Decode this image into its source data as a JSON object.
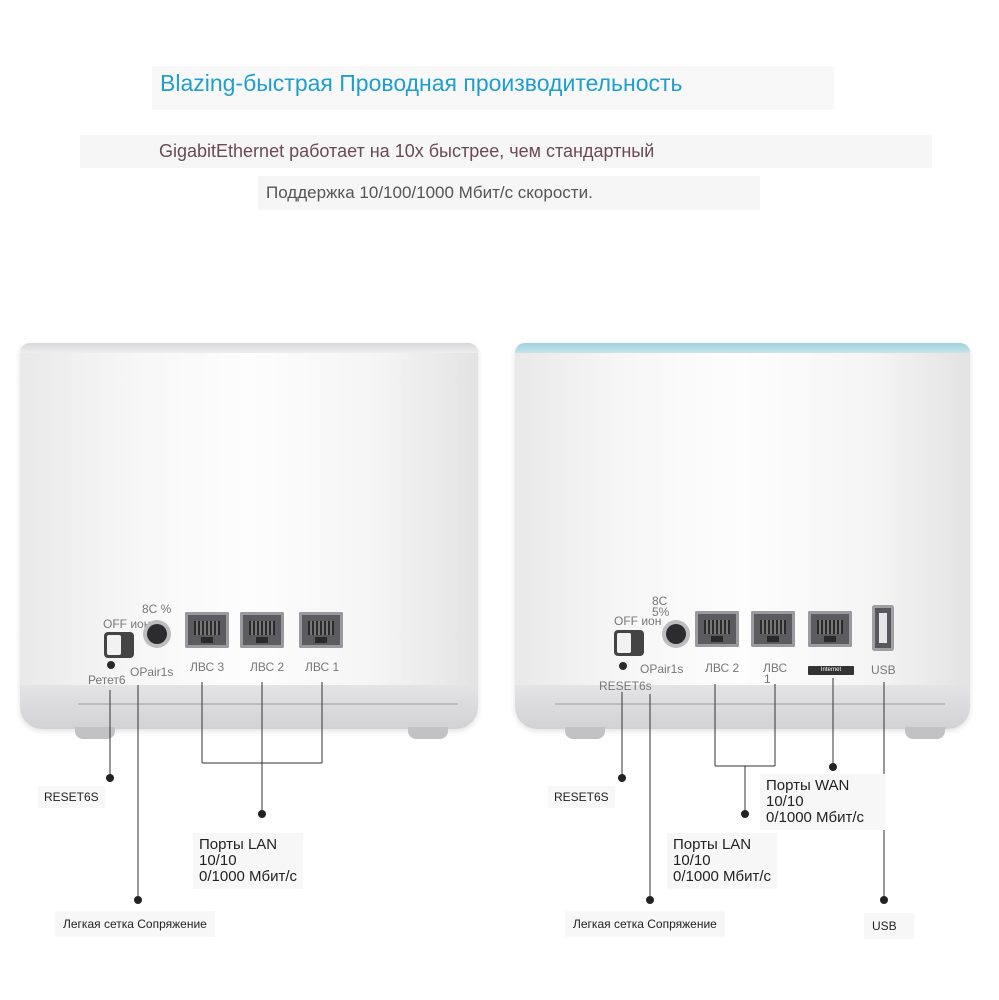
{
  "header": {
    "headline": "Blazing-быстрая Проводная производительность",
    "line1": "GigabitEthernet работает на 10х быстрее, чем стандартный",
    "line2": "Поддержка 10/100/1000 Мбит/с скорости."
  },
  "left_unit": {
    "power_label": "8C %",
    "switch_label": "OFF ион",
    "reset_label": "Ретет6",
    "pair_label": "OPair1s",
    "ports": [
      "ЛВС 3",
      "ЛВС 2",
      "ЛВС 1"
    ]
  },
  "right_unit": {
    "power_label_1": "8C",
    "power_label_2": "5%",
    "switch_label": "OFF ион",
    "reset_label": "RESET6s",
    "pair_label": "OPair1s",
    "ports": [
      "ЛВС 2",
      "ЛВС",
      "1"
    ],
    "wan_badge": "Internet",
    "usb_label": "USB"
  },
  "callouts": {
    "left_reset": "RESET6S",
    "left_lan": "Порты LAN\n10/10\n0/1000 Мбит/с",
    "left_pair": "Легкая сетка Сопряжение",
    "right_reset": "RESET6S",
    "right_wan": "Порты WAN\n10/10\n0/1000 Мбит/с",
    "right_lan": "Порты LAN\n10/10\n0/1000 Мбит/с",
    "right_pair": "Легкая сетка Сопряжение",
    "right_usb": "USB"
  },
  "colors": {
    "headline": "#1e9fd0",
    "subline": "#6b4a55",
    "right_cap": "#a9d6e0",
    "left_cap": "#e8e8ea"
  }
}
